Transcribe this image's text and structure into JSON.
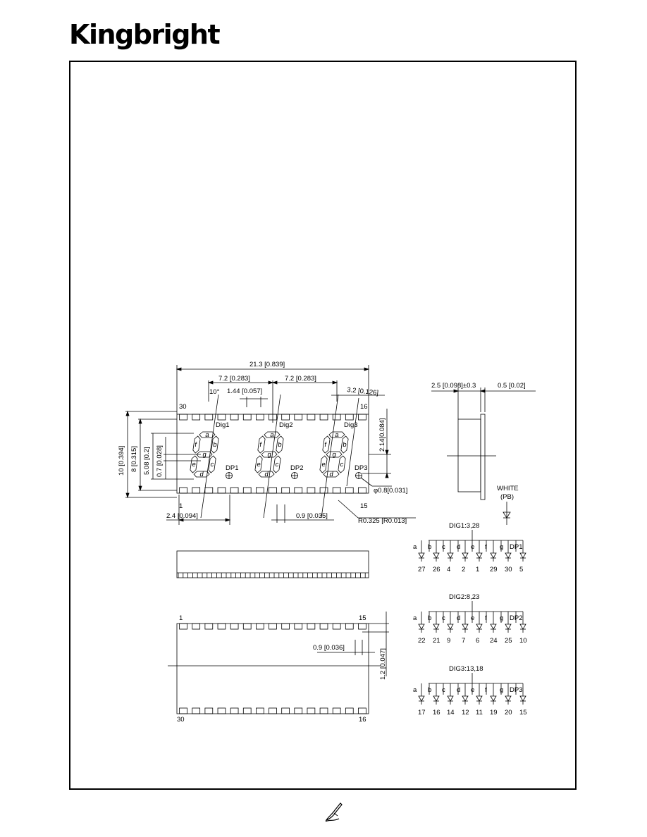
{
  "brand": {
    "name": "Kingbright"
  },
  "dims": {
    "overall_width": "21.3 [0.839]",
    "digit_pitch_1": "7.2 [0.283]",
    "digit_pitch_2": "7.2 [0.283]",
    "slant": "10°",
    "seg_gap": "1.44 [0.057]",
    "dp_offset": "3.2 [0.126]",
    "height_total": "10 [0.394]",
    "height_digit": "8 [0.315]",
    "seg_width": "5.08 [0.2]",
    "seg_small": "0.7 [0.028]",
    "dp_height": "2.14[0.084]",
    "dp_dia": "φ0.8[0.031]",
    "left_offset": "2.4 [0.094]",
    "pin_gap": "0.9 [0.035]",
    "corner_r": "R0.325 [R0.013]",
    "thickness": "2.5 [0.098]±0.3",
    "lead_thk": "0.5 [0.02]",
    "bottom_pin_gap": "0.9 [0.036]",
    "bottom_pin_len": "1.2 [0.047]"
  },
  "labels": {
    "dig1": "Dig1",
    "dig2": "Dig2",
    "dig3": "Dig3",
    "dp1": "DP1",
    "dp2": "DP2",
    "dp3": "DP3",
    "pin1": "1",
    "pin15": "15",
    "pin16": "16",
    "pin30": "30",
    "white": "WHITE",
    "pb": "(PB)"
  },
  "segments": [
    "a",
    "b",
    "c",
    "d",
    "e",
    "f",
    "g"
  ],
  "circuits": [
    {
      "title": "DIG1:3,28",
      "names": [
        "a",
        "b",
        "c",
        "d",
        "e",
        "f",
        "g",
        "DP1"
      ],
      "pins": [
        "27",
        "26",
        "4",
        "2",
        "1",
        "29",
        "30",
        "5"
      ]
    },
    {
      "title": "DIG2:8,23",
      "names": [
        "a",
        "b",
        "c",
        "d",
        "e",
        "f",
        "g",
        "DP2"
      ],
      "pins": [
        "22",
        "21",
        "9",
        "7",
        "6",
        "24",
        "25",
        "10"
      ]
    },
    {
      "title": "DIG3:13,18",
      "names": [
        "a",
        "b",
        "c",
        "d",
        "e",
        "f",
        "g",
        "DP3"
      ],
      "pins": [
        "17",
        "16",
        "14",
        "12",
        "11",
        "19",
        "20",
        "15"
      ]
    }
  ]
}
